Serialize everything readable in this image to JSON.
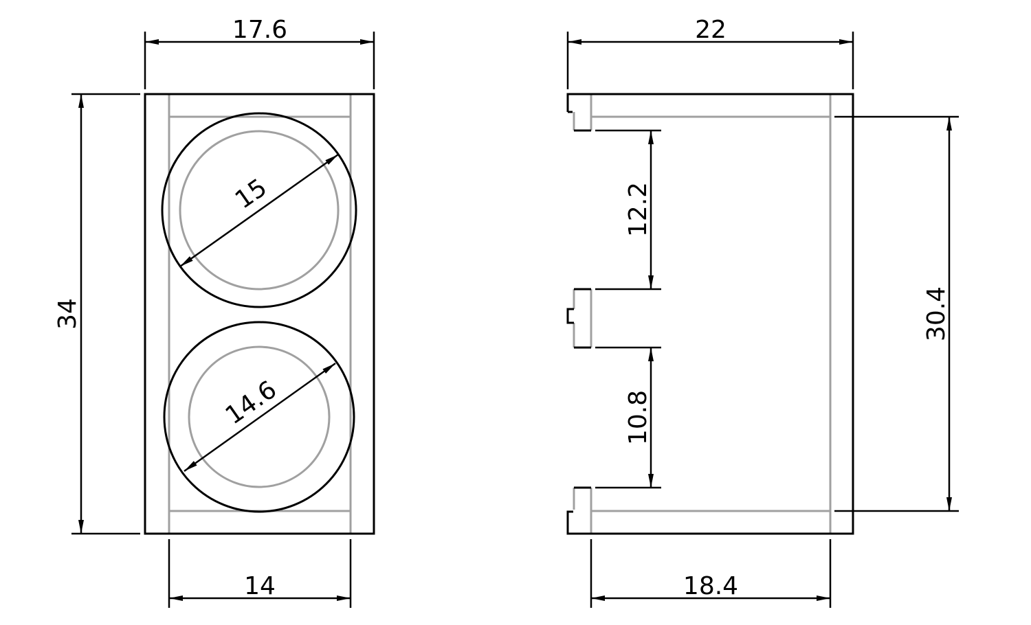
{
  "title": "Two-hole holder technical drawing",
  "colors": {
    "outline": "#000000",
    "hidden": "#a0a0a0",
    "background": "#ffffff"
  },
  "front_view": {
    "width": "17.6",
    "height": "34",
    "inner_width": "14",
    "top_hole_diameter": "15",
    "bottom_hole_diameter": "14.6"
  },
  "side_view": {
    "depth": "22",
    "inner_depth": "18.4",
    "inner_height": "30.4",
    "upper_gap": "12.2",
    "lower_gap": "10.8"
  }
}
